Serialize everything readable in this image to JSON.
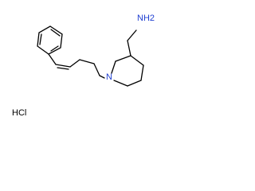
{
  "molecule": {
    "labels": {
      "amine_group": "NH2",
      "ring_nitrogen": "N",
      "salt": "HCl"
    },
    "colors": {
      "nitrogen": "#1f3fd1",
      "bond": "#000000",
      "background": "#ffffff"
    }
  }
}
